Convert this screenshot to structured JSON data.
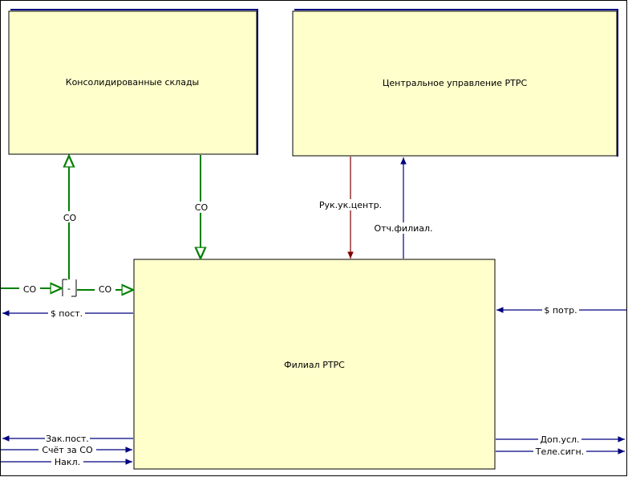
{
  "colors": {
    "box_fill": "#ffffcc",
    "box_border": "#000000",
    "box_shadow": "#000080",
    "arrow_green": "#008000",
    "arrow_darkred": "#800000",
    "arrow_navy": "#000080"
  },
  "boxes": {
    "warehouses": "Консолидированные склады",
    "central": "Центральное управление РТРС",
    "branch": "Филиал РТРС"
  },
  "junction_label": "-",
  "arrows": {
    "co_up": "СО",
    "co_down": "СО",
    "co_in_left": "СО",
    "co_to_branch": "СО",
    "management": "Рук.ук.центр.",
    "branch_report": "Отч.филиал.",
    "money_out": "$ пост.",
    "money_in": "$ потр.",
    "zak_post": "Зак.пост.",
    "invoice": "Счёт за СО",
    "waybill": "Накл.",
    "dop_usl": "Доп.усл.",
    "tele": "Теле.сигн."
  }
}
